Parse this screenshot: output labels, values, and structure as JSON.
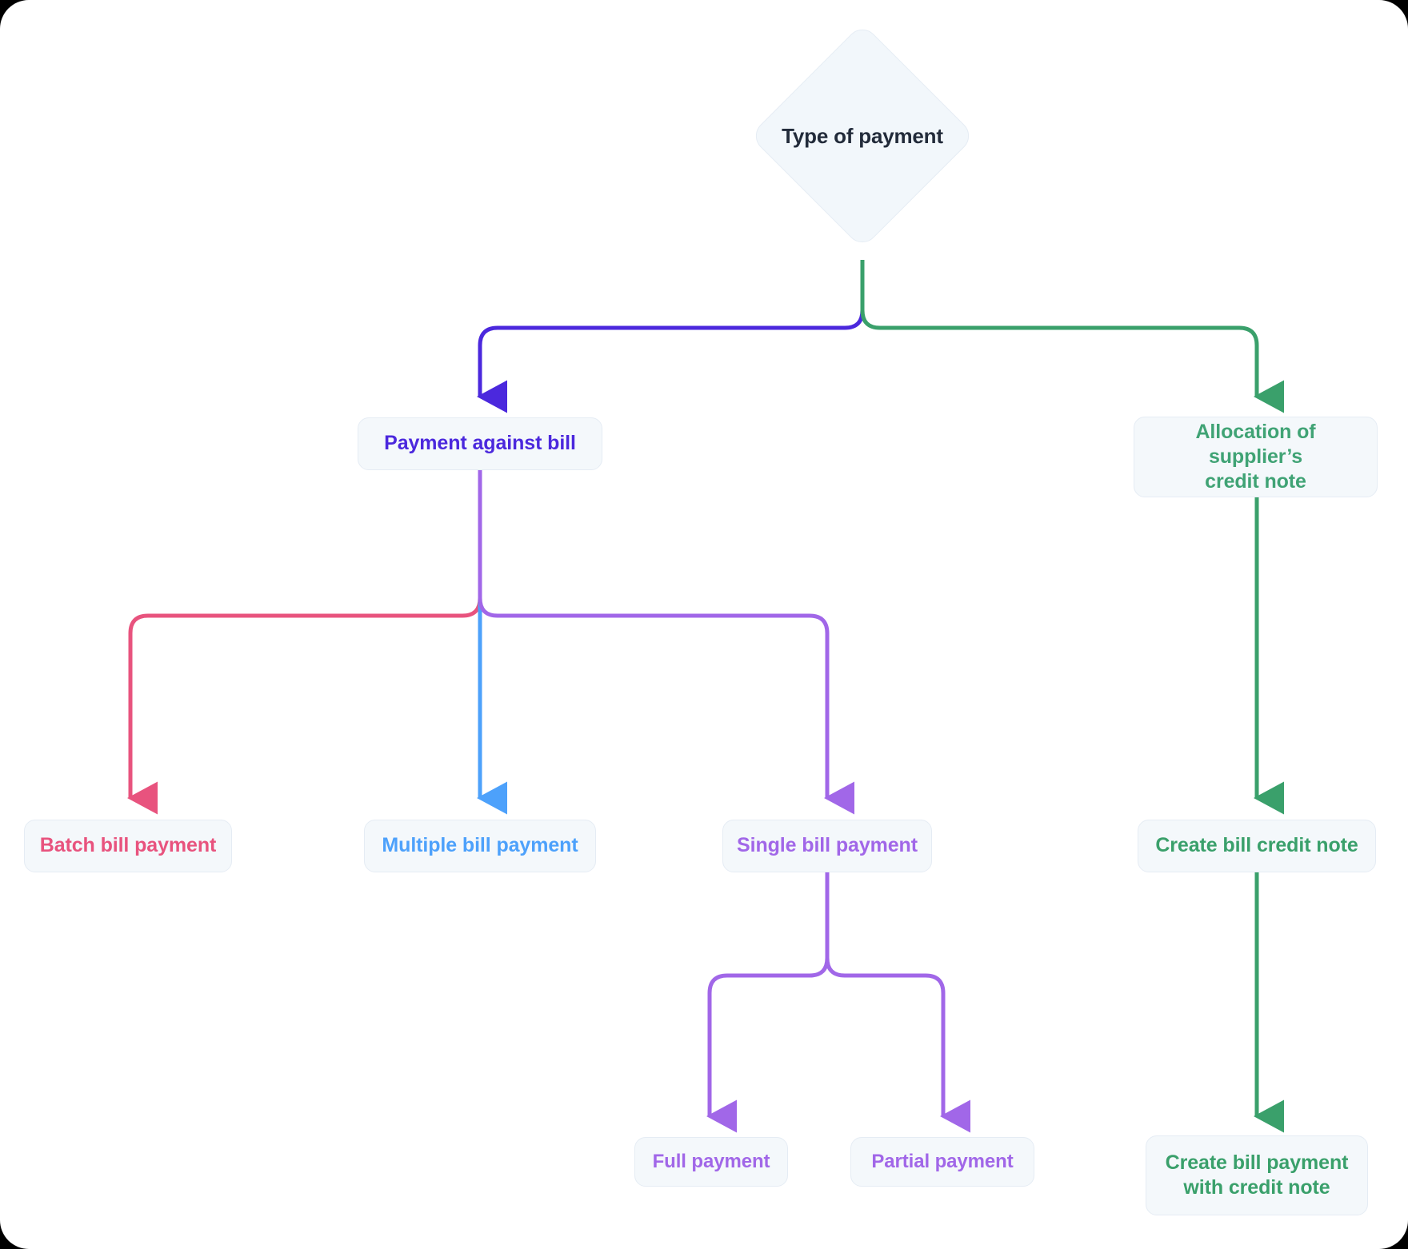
{
  "diagram": {
    "type": "flowchart",
    "title": "Type of payment",
    "background": "#ffffff",
    "node_fill": "#f4f8fb",
    "node_border": "#e5ecf4",
    "root": {
      "id": "type-of-payment",
      "label": "Type of payment",
      "shape": "diamond",
      "text_color": "#222b3a"
    },
    "nodes": [
      {
        "id": "payment-against-bill",
        "label": "Payment against bill",
        "shape": "rounded-rect",
        "text_color": "#4b28dd"
      },
      {
        "id": "allocation-of-suppliers-credit-note",
        "label": "Allocation of supplier’s credit note",
        "line1": "Allocation of supplier’s",
        "line2": "credit note",
        "shape": "rounded-rect",
        "text_color": "#40a375"
      },
      {
        "id": "batch-bill-payment",
        "label": "Batch bill payment",
        "shape": "rounded-rect",
        "text_color": "#e8537e"
      },
      {
        "id": "multiple-bill-payment",
        "label": "Multiple bill payment",
        "shape": "rounded-rect",
        "text_color": "#4da1fb"
      },
      {
        "id": "single-bill-payment",
        "label": "Single bill payment",
        "shape": "rounded-rect",
        "text_color": "#a167e8"
      },
      {
        "id": "create-bill-credit-note",
        "label": "Create bill credit note",
        "shape": "rounded-rect",
        "text_color": "#3aa06b"
      },
      {
        "id": "full-payment",
        "label": "Full payment",
        "shape": "rounded-rect",
        "text_color": "#a167e8"
      },
      {
        "id": "partial-payment",
        "label": "Partial payment",
        "shape": "rounded-rect",
        "text_color": "#a167e8"
      },
      {
        "id": "create-bill-payment-with-credit-note",
        "label": "Create bill payment with credit note",
        "line1": "Create bill payment",
        "line2": "with credit note",
        "shape": "rounded-rect",
        "text_color": "#3aa06b"
      }
    ],
    "edges": [
      {
        "id": "edge-root-to-payment-against-bill",
        "from": "type-of-payment",
        "to": "payment-against-bill",
        "color": "#4b28dd",
        "arrow": true
      },
      {
        "id": "edge-root-to-allocation",
        "from": "type-of-payment",
        "to": "allocation-of-suppliers-credit-note",
        "color": "#3aa06b",
        "arrow": true
      },
      {
        "id": "edge-payment-against-bill-to-batch",
        "from": "payment-against-bill",
        "to": "batch-bill-payment",
        "color": "#e8537e",
        "arrow": true
      },
      {
        "id": "edge-payment-against-bill-to-multiple",
        "from": "payment-against-bill",
        "to": "multiple-bill-payment",
        "color": "#4da1fb",
        "arrow": true
      },
      {
        "id": "edge-payment-against-bill-to-single",
        "from": "payment-against-bill",
        "to": "single-bill-payment",
        "color": "#a167e8",
        "arrow": true
      },
      {
        "id": "edge-single-to-full",
        "from": "single-bill-payment",
        "to": "full-payment",
        "color": "#a167e8",
        "arrow": true
      },
      {
        "id": "edge-single-to-partial",
        "from": "single-bill-payment",
        "to": "partial-payment",
        "color": "#a167e8",
        "arrow": true
      },
      {
        "id": "edge-allocation-to-create-credit-note",
        "from": "allocation-of-suppliers-credit-note",
        "to": "create-bill-credit-note",
        "color": "#3aa06b",
        "arrow": true
      },
      {
        "id": "edge-create-credit-note-to-create-payment",
        "from": "create-bill-credit-note",
        "to": "create-bill-payment-with-credit-note",
        "color": "#3aa06b",
        "arrow": true
      }
    ]
  }
}
